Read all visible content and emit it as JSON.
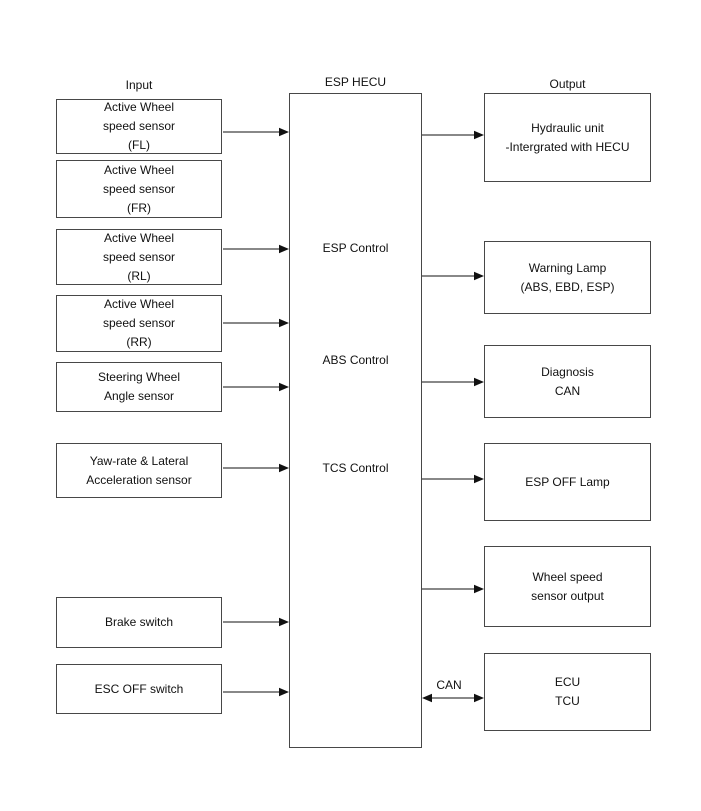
{
  "diagram": {
    "headers": {
      "input": "Input",
      "center": "ESP HECU",
      "output": "Output"
    },
    "hecu": {
      "controls": [
        "ESP Control",
        "ABS Control",
        "TCS Control"
      ]
    },
    "inputs": [
      {
        "lines": [
          "Active Wheel",
          "speed sensor",
          "(FL)"
        ]
      },
      {
        "lines": [
          "Active Wheel",
          "speed sensor",
          "(FR)"
        ]
      },
      {
        "lines": [
          "Active Wheel",
          "speed sensor",
          "(RL)"
        ]
      },
      {
        "lines": [
          "Active Wheel",
          "speed sensor",
          "(RR)"
        ]
      },
      {
        "lines": [
          "Steering Wheel",
          "Angle sensor"
        ]
      },
      {
        "lines": [
          "Yaw-rate & Lateral",
          "Acceleration sensor"
        ]
      },
      {
        "lines": [
          "Brake switch"
        ]
      },
      {
        "lines": [
          "ESC OFF switch"
        ]
      }
    ],
    "outputs": [
      {
        "lines": [
          "Hydraulic unit",
          "-Intergrated with HECU"
        ]
      },
      {
        "lines": [
          "Warning Lamp",
          "(ABS, EBD, ESP)"
        ]
      },
      {
        "lines": [
          "Diagnosis",
          "CAN"
        ]
      },
      {
        "lines": [
          "ESP OFF Lamp"
        ]
      },
      {
        "lines": [
          "Wheel speed",
          "sensor output"
        ]
      },
      {
        "lines": [
          "ECU",
          "TCU"
        ]
      }
    ],
    "bus_label": "CAN",
    "colors": {
      "background": "#ffffff",
      "border": "#474747",
      "text": "#111111",
      "arrow": "#111111"
    }
  }
}
